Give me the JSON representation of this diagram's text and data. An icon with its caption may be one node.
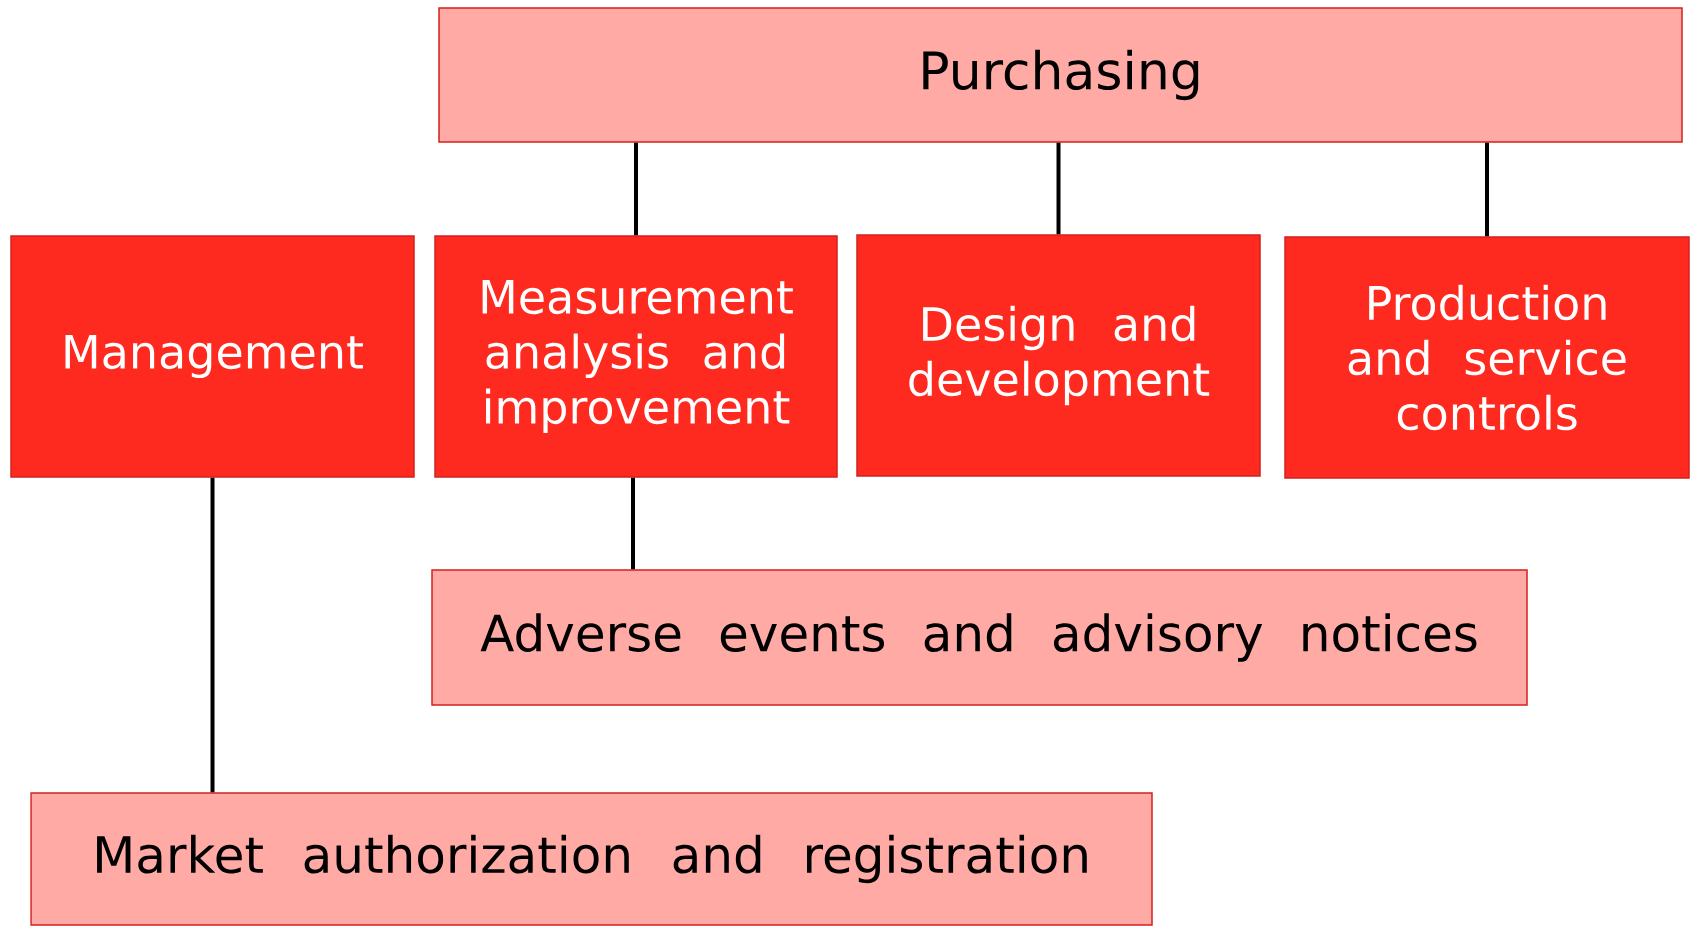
{
  "diagram": {
    "nodes": [
      {
        "text": [
          "Purchasing"
        ]
      },
      {
        "text": [
          "Management"
        ]
      },
      {
        "text": [
          "Measurement analysis and improvement"
        ]
      },
      {
        "text": [
          "Design and development"
        ]
      },
      {
        "text": [
          "Production and service controls"
        ]
      },
      {
        "text": [
          "Adverse events and advisory notices"
        ]
      },
      {
        "text": [
          "Market authorization and registration"
        ]
      }
    ],
    "edges": [
      {
        "from": 0,
        "to": 2,
        "arrow": "none"
      },
      {
        "from": 0,
        "to": 3,
        "arrow": "none"
      },
      {
        "from": 0,
        "to": 4,
        "arrow": "none"
      },
      {
        "from": 2,
        "to": 5,
        "arrow": "none"
      },
      {
        "from": 1,
        "to": 6,
        "arrow": "none"
      }
    ]
  }
}
